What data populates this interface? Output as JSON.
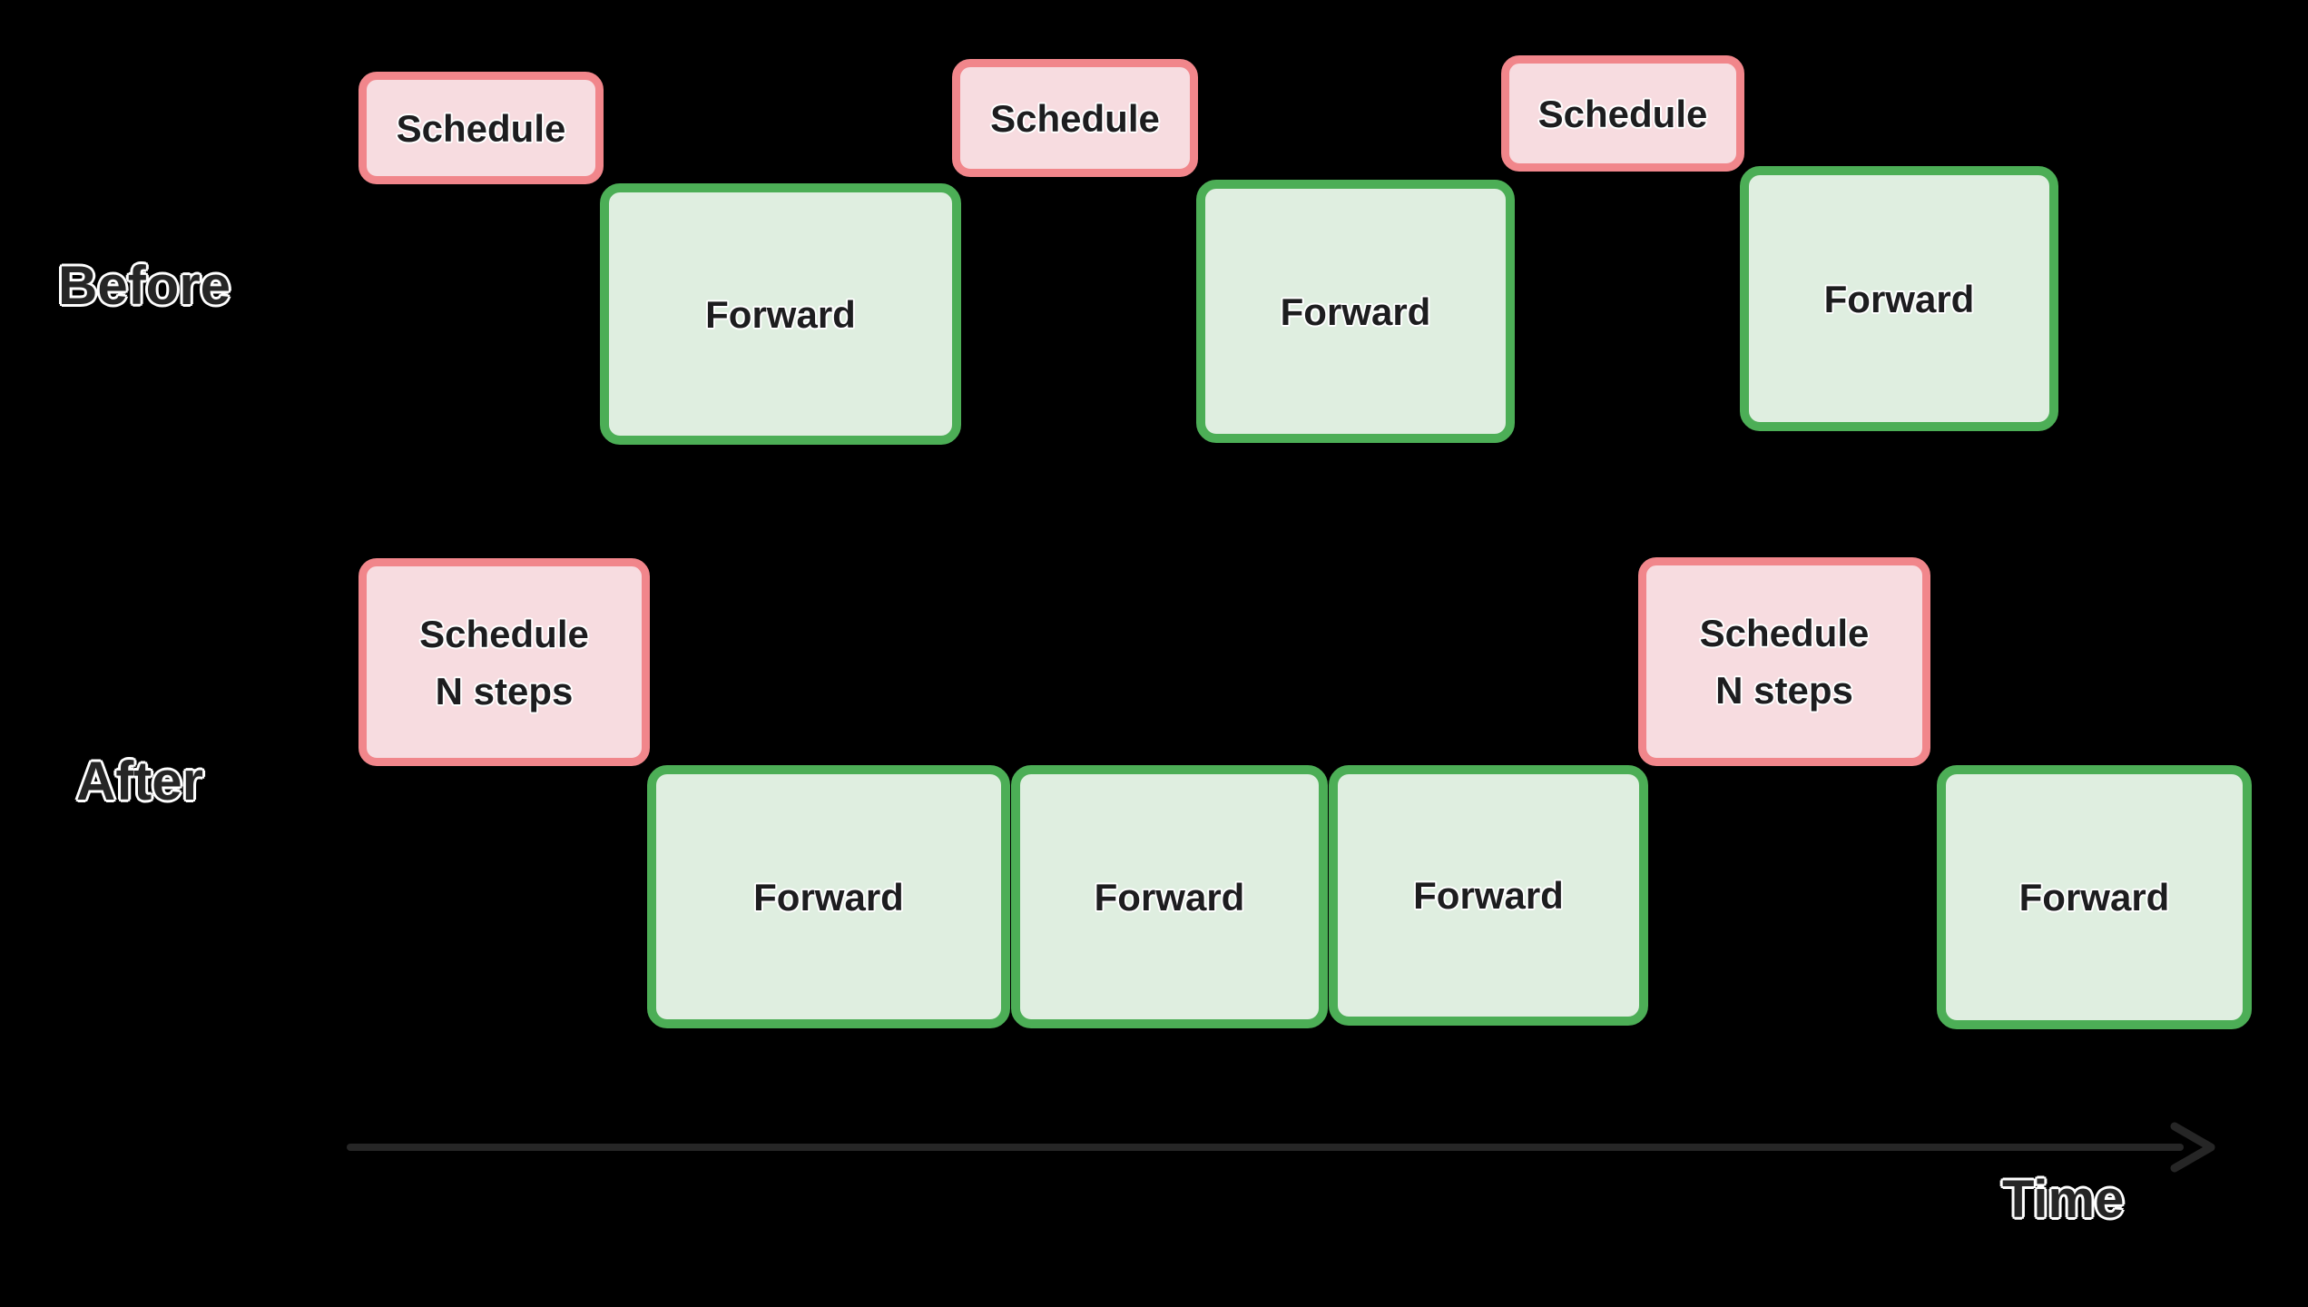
{
  "colors": {
    "background": "#000000",
    "schedule_fill": "#f7dce0",
    "schedule_border": "#f1868b",
    "forward_fill": "#dfeee0",
    "forward_border": "#4cae56",
    "box_text": "#1d1d1f",
    "label_text": "#262626",
    "label_outline": "#ffffff",
    "arrow": "#262626"
  },
  "rows": {
    "before": {
      "label": "Before",
      "schedules": [
        {
          "label": "Schedule"
        },
        {
          "label": "Schedule"
        },
        {
          "label": "Schedule"
        }
      ],
      "forwards": [
        {
          "label": "Forward"
        },
        {
          "label": "Forward"
        },
        {
          "label": "Forward"
        }
      ]
    },
    "after": {
      "label": "After",
      "schedules": [
        {
          "line1": "Schedule",
          "line2": "N steps"
        },
        {
          "line1": "Schedule",
          "line2": "N steps"
        }
      ],
      "forwards": [
        {
          "label": "Forward"
        },
        {
          "label": "Forward"
        },
        {
          "label": "Forward"
        },
        {
          "label": "Forward"
        }
      ]
    }
  },
  "axis": {
    "label": "Time"
  }
}
